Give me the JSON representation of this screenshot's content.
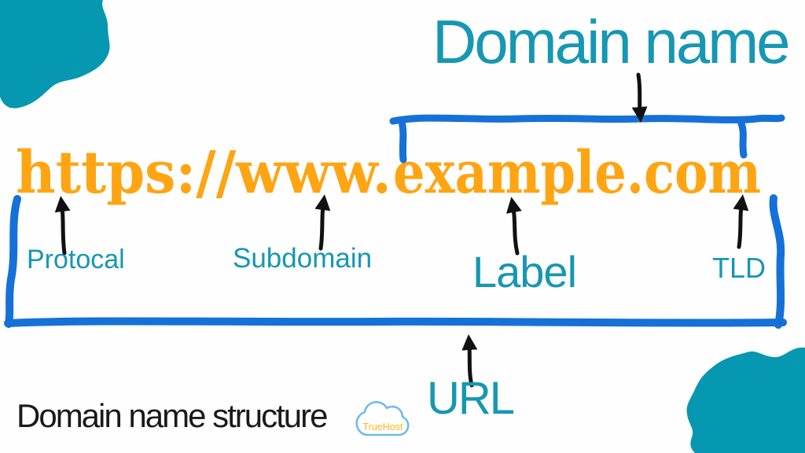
{
  "title": "Domain name",
  "url": {
    "protocol_part": "https://www.",
    "domain_part": "example.com"
  },
  "labels": {
    "protocol": "Protocal",
    "subdomain": "Subdomain",
    "label": "Label",
    "tld": "TLD",
    "url": "URL"
  },
  "caption": "Domain name structure",
  "logo": {
    "icon": "cloud-icon",
    "text": "TrueHost"
  },
  "colors": {
    "teal_blob": "#0697B1",
    "teal_text": "#1697B3",
    "orange_url": "#FFA413",
    "ink_blue": "#1571D8",
    "arrow_black": "#111111",
    "caption_black": "#1A1A1A",
    "cloud_stroke": "#6CB9F1",
    "cloud_text": "#FFB81C"
  }
}
